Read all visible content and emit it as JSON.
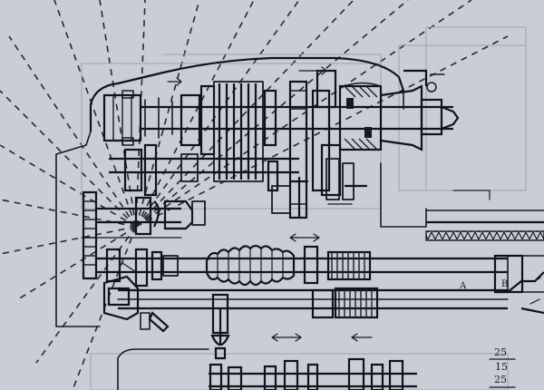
{
  "diagram": {
    "shaft_labels": [
      "A",
      "B"
    ],
    "gear_ratio_top": {
      "numerator": "25",
      "denominator": "15"
    },
    "gear_ratio_bottom": {
      "numerator": "25"
    }
  }
}
